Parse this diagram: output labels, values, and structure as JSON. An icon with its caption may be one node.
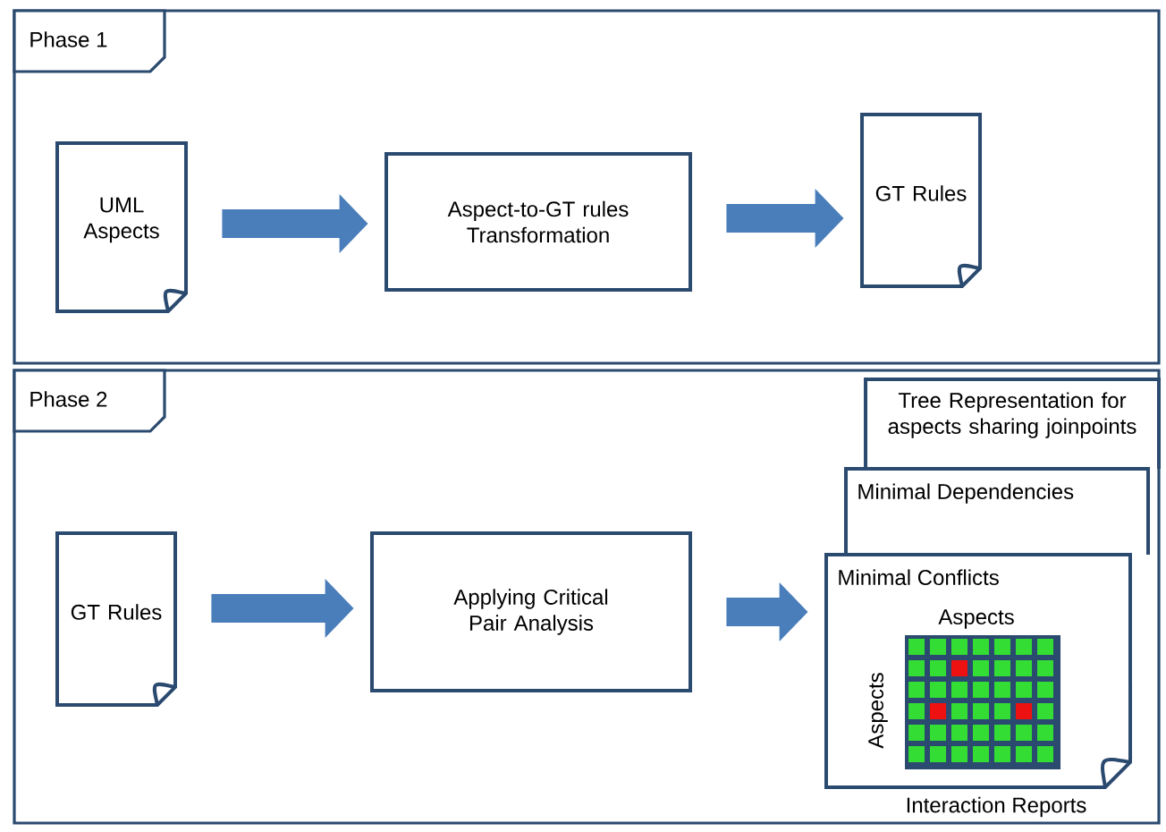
{
  "diagram": {
    "nodes": [
      {
        "text": [
          "Phase 1"
        ]
      },
      {
        "text": [
          "UML Aspects"
        ],
        "in": 0
      },
      {
        "text": [
          "Aspect-to-GT rules Transformation"
        ],
        "in": 0
      },
      {
        "text": [
          "GT Rules"
        ],
        "in": 0
      },
      {
        "text": [
          "Phase 2"
        ]
      },
      {
        "text": [
          "GT Rules"
        ],
        "in": 4
      },
      {
        "text": [
          "Applying Critical Pair Analysis"
        ],
        "in": 4
      },
      {
        "text": [
          "Tree Representation for aspects sharing joinpoints"
        ],
        "in": 4
      },
      {
        "text": [
          "Minimal Dependencies"
        ],
        "in": 4
      },
      {
        "text": [
          "Minimal Conflicts",
          "Aspects",
          "Aspects"
        ],
        "in": 4
      }
    ],
    "labels": [
      "Interaction Reports"
    ],
    "edges": [
      {
        "from": 1,
        "to": 2,
        "arrow": "to"
      },
      {
        "from": 2,
        "to": 3,
        "arrow": "to"
      },
      {
        "from": 5,
        "to": 6,
        "arrow": "to"
      },
      {
        "from": 6,
        "to": 9,
        "arrow": "to"
      }
    ]
  }
}
